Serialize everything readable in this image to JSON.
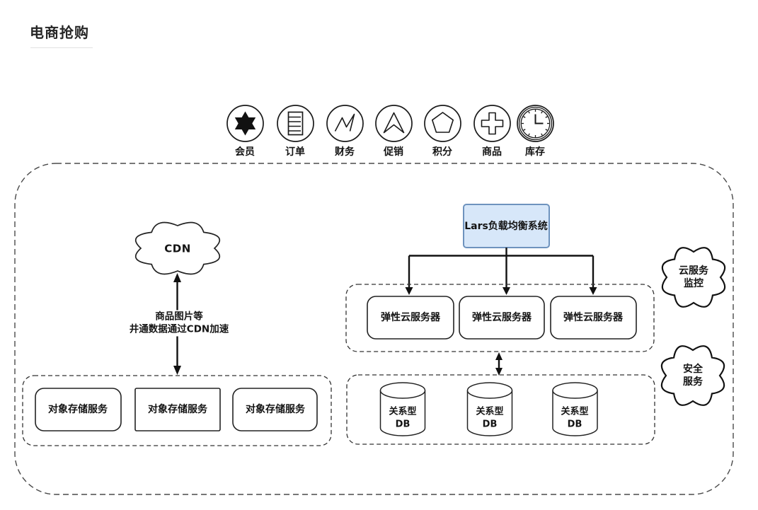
{
  "title": "电商抢购",
  "services": [
    {
      "label": "会员",
      "icon": "member-star-icon"
    },
    {
      "label": "订单",
      "icon": "order-list-icon"
    },
    {
      "label": "财务",
      "icon": "finance-trend-icon"
    },
    {
      "label": "促销",
      "icon": "promotion-arrow-icon"
    },
    {
      "label": "积分",
      "icon": "points-pentagon-icon"
    },
    {
      "label": "商品",
      "icon": "product-plus-icon"
    },
    {
      "label": "库存",
      "icon": "inventory-clock-icon"
    }
  ],
  "diagram": {
    "cdn_label": "CDN",
    "cdn_note": "商品图片等\n井通数据通过CDN加速",
    "load_balancer_label": "Lars负载均衡系统",
    "elastic_servers": [
      "弹性云服务器",
      "弹性云服务器",
      "弹性云服务器"
    ],
    "object_storage": [
      "对象存储服务",
      "对象存储服务",
      "对象存储服务"
    ],
    "databases": [
      "关系型\nDB",
      "关系型\nDB",
      "关系型\nDB"
    ],
    "monitor_cloud": "云服务\n监控",
    "security_cloud": "安全\n服务"
  },
  "colors": {
    "load_balancer_fill": "#D7E7F9",
    "load_balancer_border": "#6E93BE",
    "line": "#1A1A1A"
  }
}
